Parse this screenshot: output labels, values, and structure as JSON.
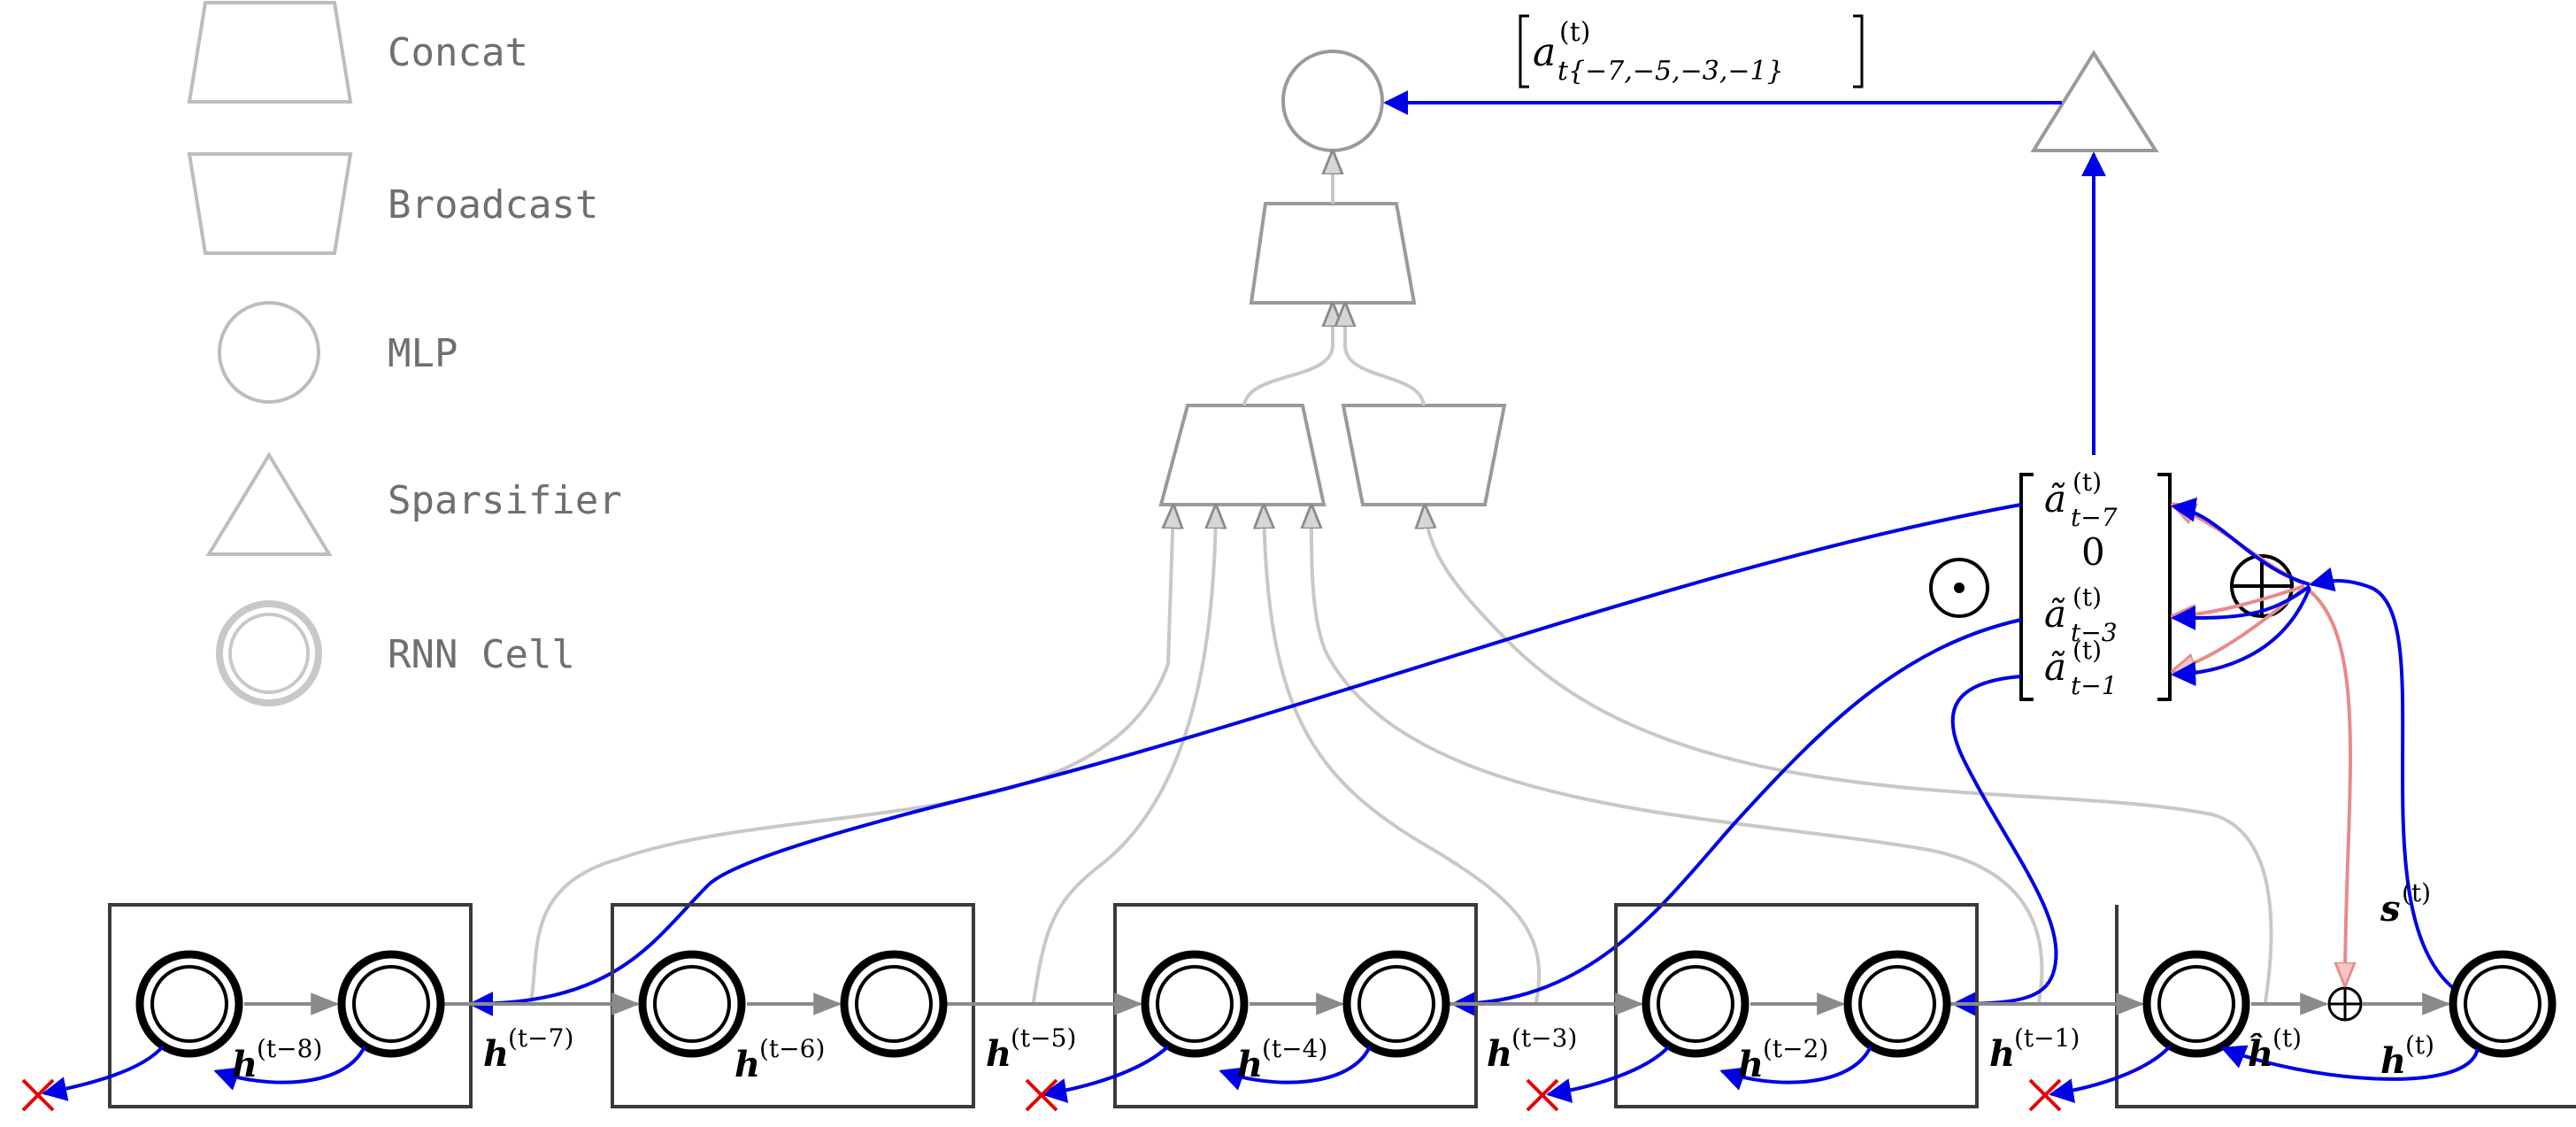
{
  "legend": {
    "concat": "Concat",
    "broadcast": "Broadcast",
    "mlp": "MLP",
    "sparsifier": "Sparsifier",
    "rnn_cell": "RNN Cell"
  },
  "top_label": {
    "base": "a",
    "sup": "(t)",
    "sub": "t{−7,−5,−3,−1}"
  },
  "vector": {
    "entries": [
      {
        "base": "ã",
        "sup": "(t)",
        "sub": "t−7"
      },
      {
        "base": "0",
        "sup": "",
        "sub": ""
      },
      {
        "base": "ã",
        "sup": "(t)",
        "sub": "t−3"
      },
      {
        "base": "ã",
        "sup": "(t)",
        "sub": "t−1"
      }
    ]
  },
  "operators": {
    "hadamard": "⊙",
    "sum": "⊕",
    "small_sum": "⊕"
  },
  "hidden_labels": [
    {
      "base": "h",
      "sup": "(t−8)"
    },
    {
      "base": "h",
      "sup": "(t−7)"
    },
    {
      "base": "h",
      "sup": "(t−6)"
    },
    {
      "base": "h",
      "sup": "(t−5)"
    },
    {
      "base": "h",
      "sup": "(t−4)"
    },
    {
      "base": "h",
      "sup": "(t−3)"
    },
    {
      "base": "h",
      "sup": "(t−2)"
    },
    {
      "base": "h",
      "sup": "(t−1)"
    },
    {
      "base": "ĥ",
      "sup": "(t)"
    },
    {
      "base": "h",
      "sup": "(t)"
    }
  ],
  "s_label": {
    "base": "s",
    "sup": "(t)"
  },
  "colors": {
    "attention": "#0000e6",
    "gradient": "#e88a8a",
    "legend_gray": "#9a9a9a",
    "wire_gray": "#c8c8c8",
    "dropped": "#e60000"
  }
}
